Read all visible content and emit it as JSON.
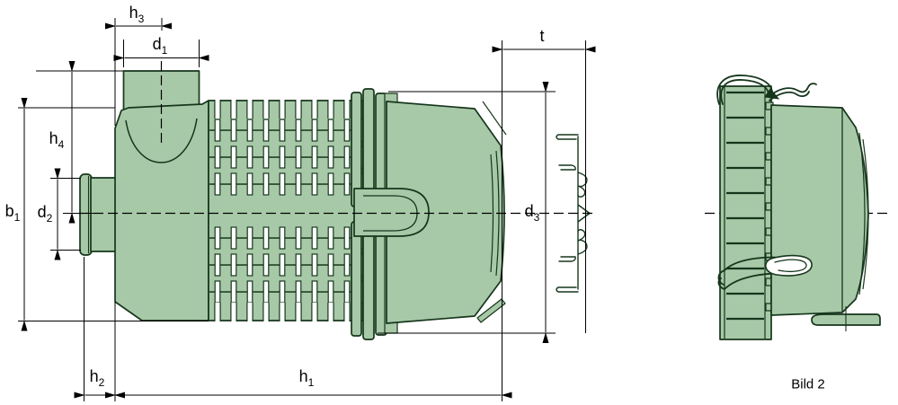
{
  "drawing": {
    "type": "technical-dimension-drawing",
    "views": [
      "front-section-view",
      "side-view"
    ],
    "caption": "Bild 2"
  },
  "dimensions": {
    "h3": {
      "base": "h",
      "sub": "3"
    },
    "d1": {
      "base": "d",
      "sub": "1"
    },
    "b1": {
      "base": "b",
      "sub": "1"
    },
    "h4": {
      "base": "h",
      "sub": "4"
    },
    "d2": {
      "base": "d",
      "sub": "2"
    },
    "h2": {
      "base": "h",
      "sub": "2"
    },
    "h1": {
      "base": "h",
      "sub": "1"
    },
    "t": {
      "base": "t",
      "sub": ""
    },
    "d3": {
      "base": "d",
      "sub": "3"
    }
  },
  "colors": {
    "part_fill": "#a7c9a7",
    "part_outline": "#16361c",
    "dimension_lines": "#000000",
    "background": "#ffffff",
    "slot_fill": "#ffffff"
  }
}
